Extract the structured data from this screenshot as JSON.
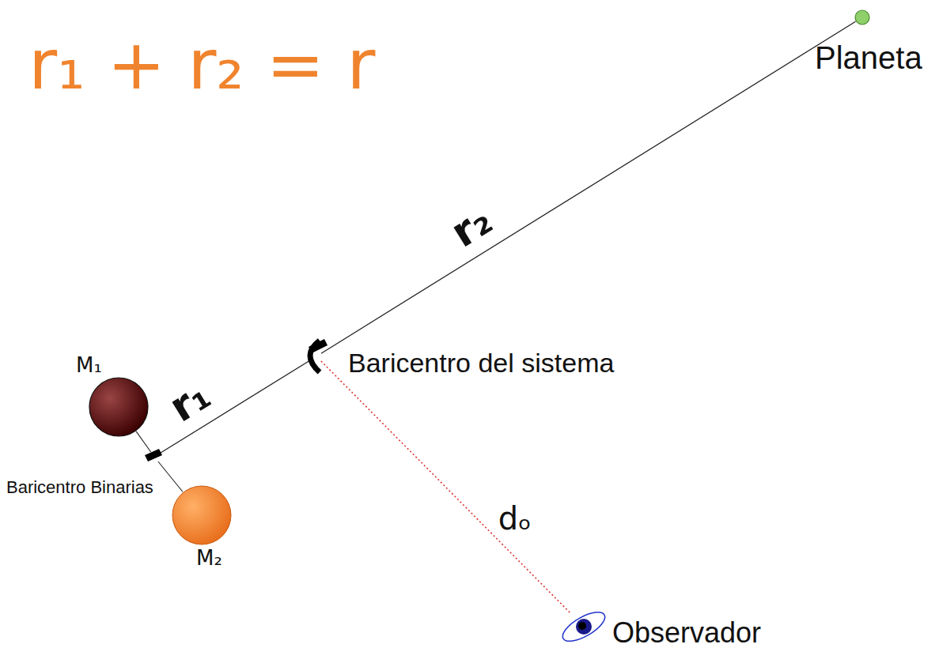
{
  "diagram": {
    "nodes": [
      {
        "text": [
          "Planeta"
        ]
      },
      {
        "text": [
          "Baricentro del sistema"
        ]
      },
      {
        "text": [
          "M₁"
        ]
      },
      {
        "text": [
          "Baricentro Binarias"
        ]
      },
      {
        "text": [
          "M₂"
        ]
      },
      {
        "text": [
          "Observador"
        ]
      }
    ],
    "edges": [
      {
        "from": 3,
        "to": 1,
        "label": "r₁",
        "arrow": "none"
      },
      {
        "from": 1,
        "to": 0,
        "label": "r₂",
        "arrow": "none"
      },
      {
        "from": 1,
        "to": 5,
        "label": "dₒ",
        "arrow": "none"
      },
      {
        "from": 2,
        "to": 3,
        "arrow": "none"
      },
      {
        "from": 3,
        "to": 4,
        "arrow": "none"
      }
    ],
    "labels": [
      "r₁ + r₂ = r"
    ]
  }
}
